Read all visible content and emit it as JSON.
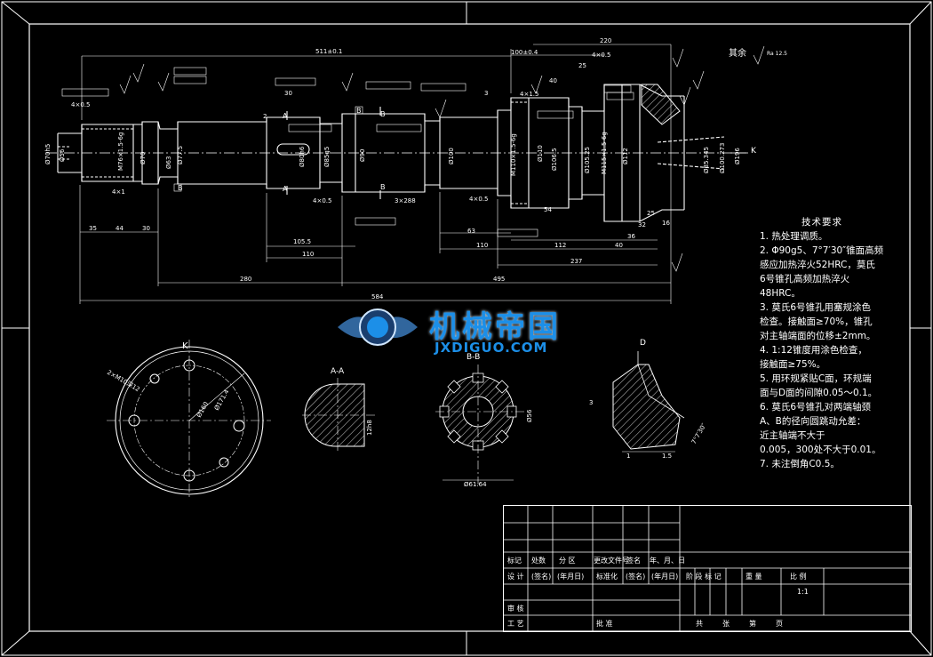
{
  "drawing": {
    "remaining_roughness": "其余",
    "remaining_roughness_value": "Ra 12.5",
    "view_labels": {
      "k": "K",
      "aa": "A-A",
      "bb": "B-B",
      "d": "D",
      "k_arrow": "K"
    },
    "dims_top": [
      "511±0.1",
      "100±0.4",
      "220",
      "40",
      "25",
      "4×0.5",
      "4×1.5",
      "30",
      "3",
      "2",
      "4×0.5"
    ],
    "dims_bottom": [
      "35",
      "44",
      "30",
      "4×1",
      "4×0.5",
      "3×288",
      "110",
      "105.5",
      "280",
      "495",
      "584",
      "237",
      "112",
      "110",
      "40",
      "36",
      "32",
      "25",
      "16",
      "4×0.5",
      "54",
      "63"
    ],
    "dims_dia": [
      "Ø70h5",
      "Ø56",
      "M76×1.5-6g",
      "Ø70",
      "Ø77.5",
      "Ø63",
      "Ø80h6",
      "Ø85g5",
      "Ø90",
      "Ø100",
      "Ø110",
      "M110×1.5-6g",
      "Ø105.25",
      "Ø106.5",
      "M115×1.5-6g",
      "Ø112",
      "Ø85.345",
      "Ø100.273",
      "Ø196"
    ],
    "sec_dims": {
      "aa": "12h8",
      "bb": "Ø56",
      "bb2": "Ø61.64",
      "d1": "1",
      "d2": "1.5",
      "d3": "3",
      "d4": "7°7′30″",
      "k1": "Ø160",
      "k2": "Ø171.4",
      "k3": "2×M10深12"
    }
  },
  "tech_notes": {
    "title": "技术要求",
    "lines": [
      "1. 热处理调质。",
      "2. Φ90g5、7°7′30″锥面高频",
      "感应加热淬火52HRC，莫氏",
      "6号锥孔高频加热淬火",
      "48HRC。",
      "3. 莫氏6号锥孔用塞规涂色",
      "检查。接触面≥70%，锥孔",
      "对主轴端面的位移±2mm。",
      "4. 1:12锥度用涂色检查，",
      "接触面≥75%。",
      "5. 用环规紧贴C面，环规端",
      "面与D面的间隙0.05～0.1。",
      "6. 莫氏6号锥孔对两端轴颈",
      "A、B的径向圆跳动允差：",
      "近主轴端不大于",
      "0.005，300处不大于0.01。",
      "7. 未注倒角C0.5。"
    ]
  },
  "title_block": {
    "row1": [
      "标记",
      "处数",
      "分 区",
      "更改文件号",
      "签名",
      "年、月、日"
    ],
    "row2": [
      "设 计",
      "(签名)",
      "(年月日)",
      "标准化",
      "(签名)",
      "(年月日)"
    ],
    "row3": [
      "审 核"
    ],
    "row4": [
      "工 艺",
      "批 准"
    ],
    "right_header": [
      "阶 段 标 记",
      "重 量",
      "比 例"
    ],
    "scale": "1:1",
    "sheets": [
      "共",
      "张",
      "第",
      "页"
    ]
  },
  "watermark": {
    "cn": "机械帝国",
    "en": "JXDIGUO.COM"
  },
  "colors": {
    "background": "#000000",
    "lines": "#ffffff",
    "accent": "#1c8fe8",
    "hatch": "#ffffff"
  }
}
